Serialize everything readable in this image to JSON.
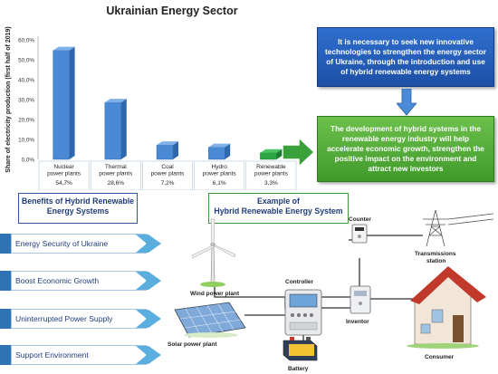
{
  "chart_data": {
    "type": "bar",
    "title": "Ukrainian Energy Sector",
    "ylabel": "Share of electricity production (first half of 2019)",
    "ylim": [
      0,
      60
    ],
    "yticks": [
      "0,0%",
      "10,0%",
      "20,0%",
      "30,0%",
      "40,0%",
      "50,0%",
      "60,0%"
    ],
    "categories": [
      "Nuclear power plants",
      "Thermal power plants",
      "Coal power plants",
      "Hydro power plants",
      "Renewable power plants"
    ],
    "category_lines": [
      [
        "Nuclear",
        "power plants"
      ],
      [
        "Thermal",
        "power plants"
      ],
      [
        "Coal",
        "power plants"
      ],
      [
        "Hydro",
        "power plants"
      ],
      [
        "Renewable",
        "power plants"
      ]
    ],
    "values": [
      54.7,
      28.6,
      7.2,
      6.1,
      3.3
    ],
    "value_labels": [
      "54,7%",
      "28,6%",
      "7,2%",
      "6,1%",
      "3,3%"
    ],
    "bar_colors": [
      "#4a89d4",
      "#4a89d4",
      "#4a89d4",
      "#4a89d4",
      "#2ca644"
    ]
  },
  "boxes": {
    "innovation": "It is necessary to seek new innovative technologies to strengthen the energy sector of Ukraine, through the introduction and use of hybrid renewable energy systems",
    "development": "The development of hybrid systems in the renewable energy industry will help accelerate economic growth, strengthen the positive impact on the environment and attract new investors"
  },
  "benefits": {
    "title_line1": "Benefits of Hybrid Renewable",
    "title_line2": "Energy Systems",
    "items": [
      "Energy Security of Ukraine",
      "Boost Economic Growth",
      "Uninterrupted Power Supply",
      "Support Environment"
    ]
  },
  "example": {
    "title_line1": "Example of",
    "title_line2": "Hybrid Renewable Energy System",
    "labels": {
      "counter": "Counter",
      "transmission_1": "Transmissions",
      "transmission_2": "station",
      "wind": "Wind power plant",
      "solar": "Solar power plant",
      "controller": "Controller",
      "battery": "Battery",
      "inventor": "Inventor",
      "consumer": "Consumer"
    }
  },
  "colors": {
    "blue_box": "#2b66c4",
    "green_box": "#4caf3a",
    "arrow_green": "#3aa03a"
  }
}
